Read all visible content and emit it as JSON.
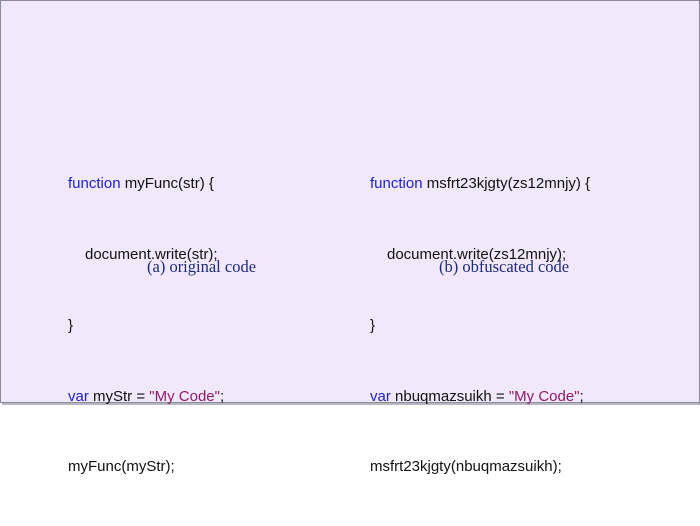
{
  "colors": {
    "background": "#f1e8fc",
    "keyword": "#1b1fd1",
    "string": "#8e1a6a",
    "text": "#111111",
    "caption": "#1e2a7a"
  },
  "original": {
    "caption": "(a) original code",
    "line1": {
      "keyword": "function",
      "rest": " myFunc(str) {"
    },
    "line2": {
      "text": "document.write(str);"
    },
    "line3": {
      "text": "}"
    },
    "line4": {
      "keyword": "var",
      "middle": " myStr = ",
      "string": "\"My Code\"",
      "end": ";"
    },
    "line5": {
      "text": "myFunc(myStr);"
    }
  },
  "obfuscated": {
    "caption": "(b) obfuscated code",
    "line1": {
      "keyword": "function",
      "rest": " msfrt23kjgty(zs12mnjy) {"
    },
    "line2": {
      "text": "document.write(zs12mnjy);"
    },
    "line3": {
      "text": "}"
    },
    "line4": {
      "keyword": "var",
      "middle": " nbuqmazsuikh = ",
      "string": "\"My Code\"",
      "end": ";"
    },
    "line5": {
      "text": "msfrt23kjgty(nbuqmazsuikh);"
    }
  }
}
